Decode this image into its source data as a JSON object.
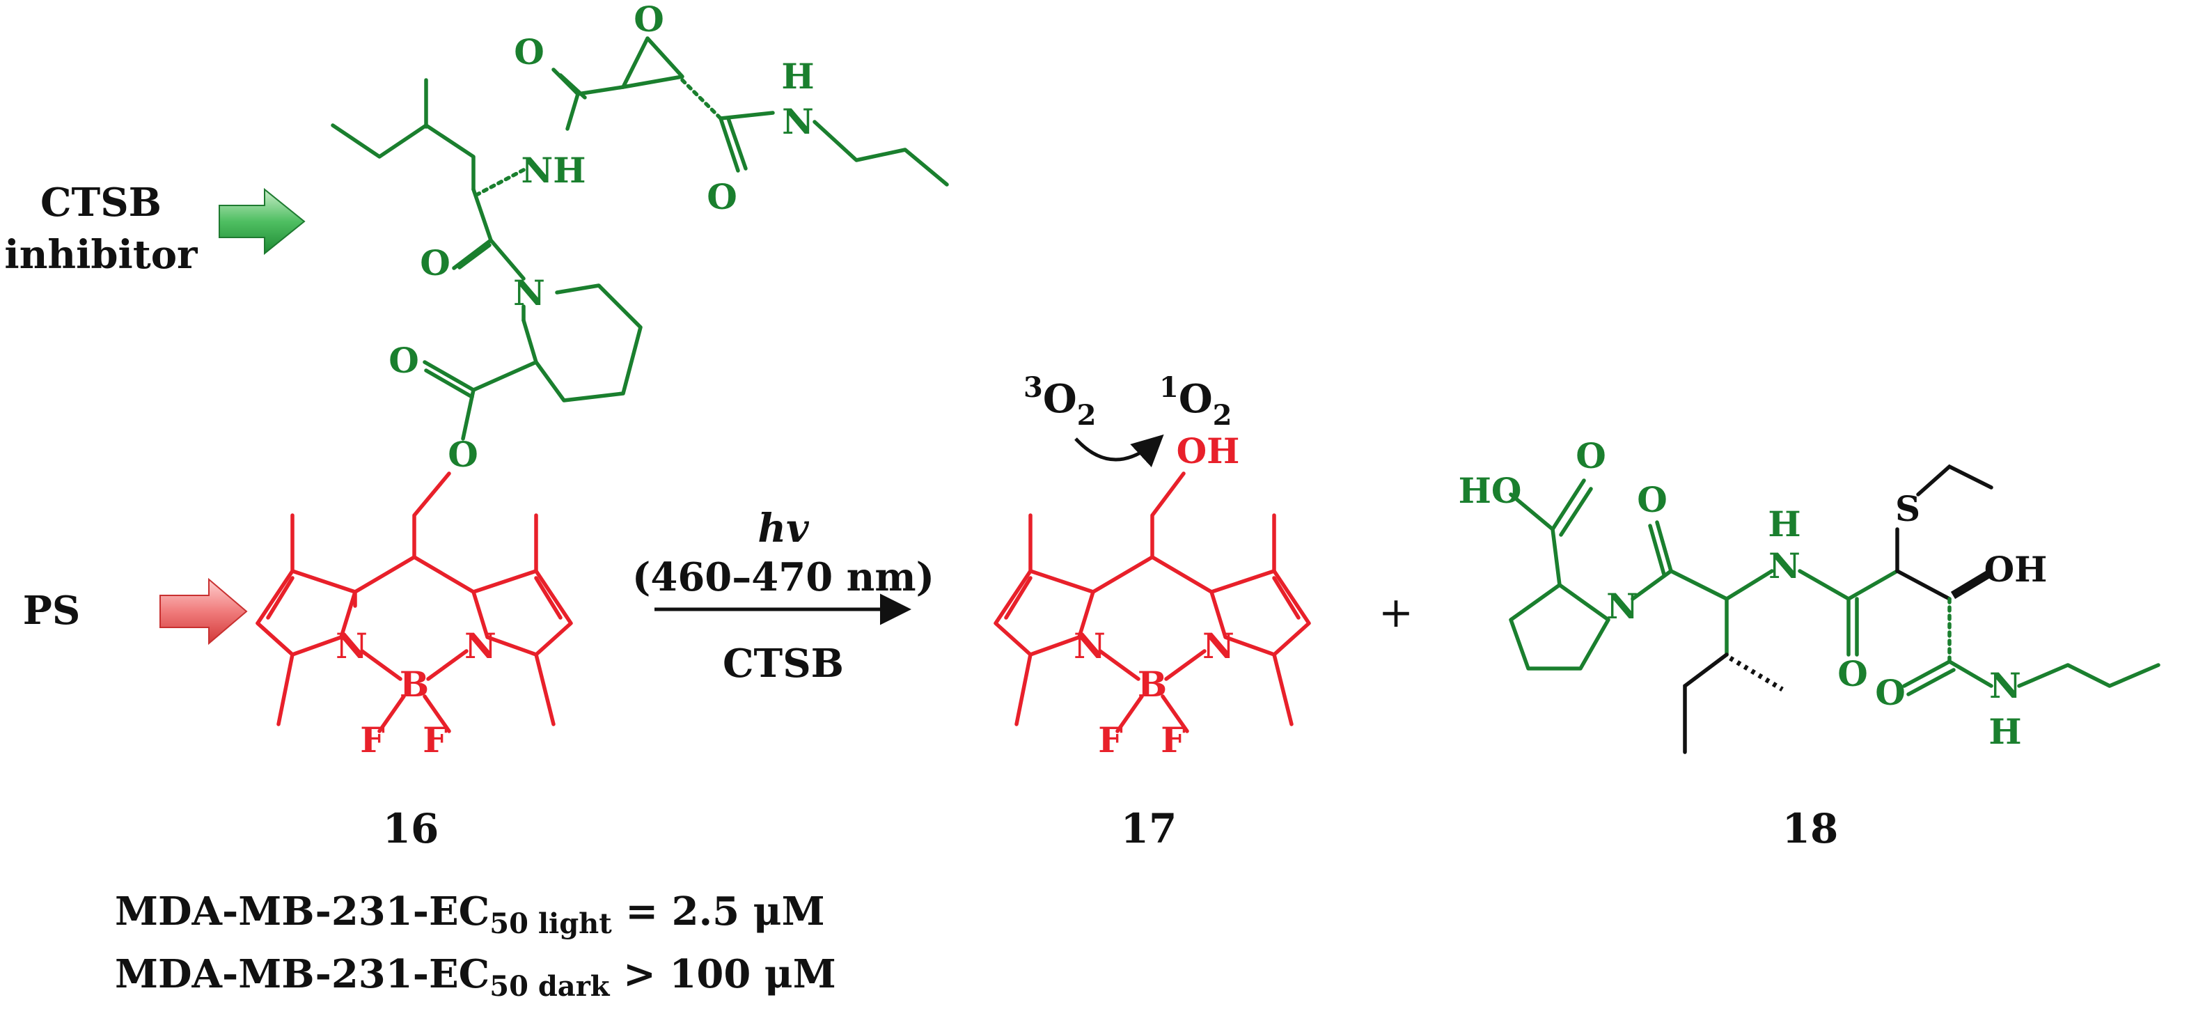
{
  "colors": {
    "inhibitor": "#1a7f2e",
    "photosensitizer": "#e8202a",
    "text": "#111111"
  },
  "labels": {
    "inhibitor_line1": "CTSB",
    "inhibitor_line2": "inhibitor",
    "ps": "PS",
    "plus": "+"
  },
  "arrow": {
    "top": "hv",
    "wavelength": "(460–470 nm)",
    "bottom": "CTSB"
  },
  "oxygen": {
    "triplet_sup": "3",
    "triplet_base": "O",
    "triplet_sub": "2",
    "singlet_sup": "1",
    "singlet_base": "O",
    "singlet_sub": "2"
  },
  "compounds": [
    "16",
    "17",
    "18"
  ],
  "ec50": {
    "light_prefix": "MDA-MB-231-EC",
    "light_sub": "50 light",
    "light_value": " = 2.5 μM",
    "dark_prefix": "MDA-MB-231-EC",
    "dark_sub": "50 dark",
    "dark_value": " > 100 μM"
  },
  "atoms": {
    "O": "O",
    "N": "N",
    "H": "H",
    "NH": "NH",
    "B": "B",
    "F": "F",
    "S": "S",
    "OH": "OH",
    "HO": "HO"
  },
  "icons": {
    "inhibitor_arrow": "green-block-arrow-icon",
    "ps_arrow": "red-block-arrow-icon"
  }
}
